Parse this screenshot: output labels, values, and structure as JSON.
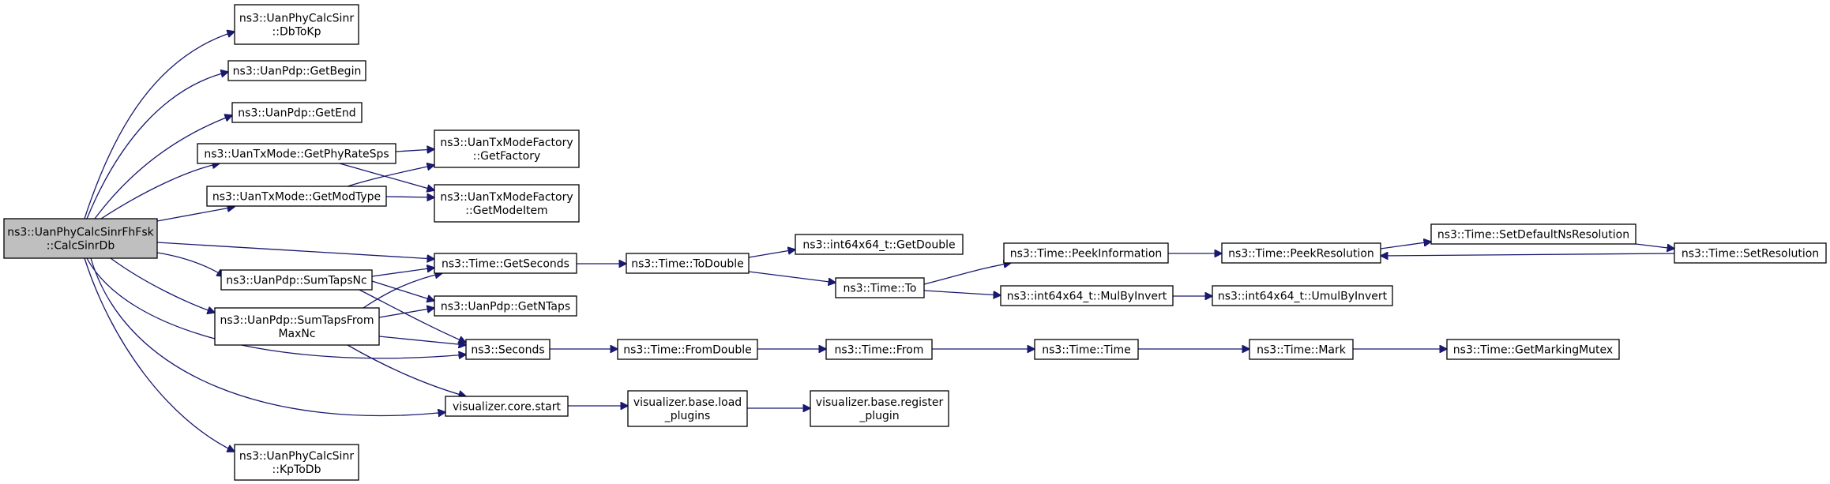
{
  "nodes": {
    "root": [
      "ns3::UanPhyCalcSinrFhFsk",
      "::CalcSinrDb"
    ],
    "dbtokp": [
      "ns3::UanPhyCalcSinr",
      "::DbToKp"
    ],
    "getbegin": [
      "ns3::UanPdp::GetBegin"
    ],
    "getend": [
      "ns3::UanPdp::GetEnd"
    ],
    "getphyratesps": [
      "ns3::UanTxMode::GetPhyRateSps"
    ],
    "getmodtype": [
      "ns3::UanTxMode::GetModType"
    ],
    "getfactory": [
      "ns3::UanTxModeFactory",
      "::GetFactory"
    ],
    "getmodeitem": [
      "ns3::UanTxModeFactory",
      "::GetModeItem"
    ],
    "getseconds": [
      "ns3::Time::GetSeconds"
    ],
    "sumtapsnc": [
      "ns3::UanPdp::SumTapsNc"
    ],
    "getntaps": [
      "ns3::UanPdp::GetNTaps"
    ],
    "sumtapsfrommaxnc": [
      "ns3::UanPdp::SumTapsFrom",
      "MaxNc"
    ],
    "seconds": [
      "ns3::Seconds"
    ],
    "corestart": [
      "visualizer.core.start"
    ],
    "kptodb": [
      "ns3::UanPhyCalcSinr",
      "::KpToDb"
    ],
    "todouble": [
      "ns3::Time::ToDouble"
    ],
    "getdouble": [
      "ns3::int64x64_t::GetDouble"
    ],
    "to": [
      "ns3::Time::To"
    ],
    "peekinformation": [
      "ns3::Time::PeekInformation"
    ],
    "peekresolution": [
      "ns3::Time::PeekResolution"
    ],
    "setdefaultnsresolution": [
      "ns3::Time::SetDefaultNsResolution"
    ],
    "setresolution": [
      "ns3::Time::SetResolution"
    ],
    "mulbyinvert": [
      "ns3::int64x64_t::MulByInvert"
    ],
    "umulbyinvert": [
      "ns3::int64x64_t::UmulByInvert"
    ],
    "fromdouble": [
      "ns3::Time::FromDouble"
    ],
    "from": [
      "ns3::Time::From"
    ],
    "time": [
      "ns3::Time::Time"
    ],
    "mark": [
      "ns3::Time::Mark"
    ],
    "getmarkingmutex": [
      "ns3::Time::GetMarkingMutex"
    ],
    "loadplugins": [
      "visualizer.base.load",
      "_plugins"
    ],
    "registerplugin": [
      "visualizer.base.register",
      "_plugin"
    ]
  },
  "colors": {
    "edge": "#191970",
    "root_fill": "#bfbfbf",
    "node_fill": "#ffffff",
    "border": "#000000"
  }
}
